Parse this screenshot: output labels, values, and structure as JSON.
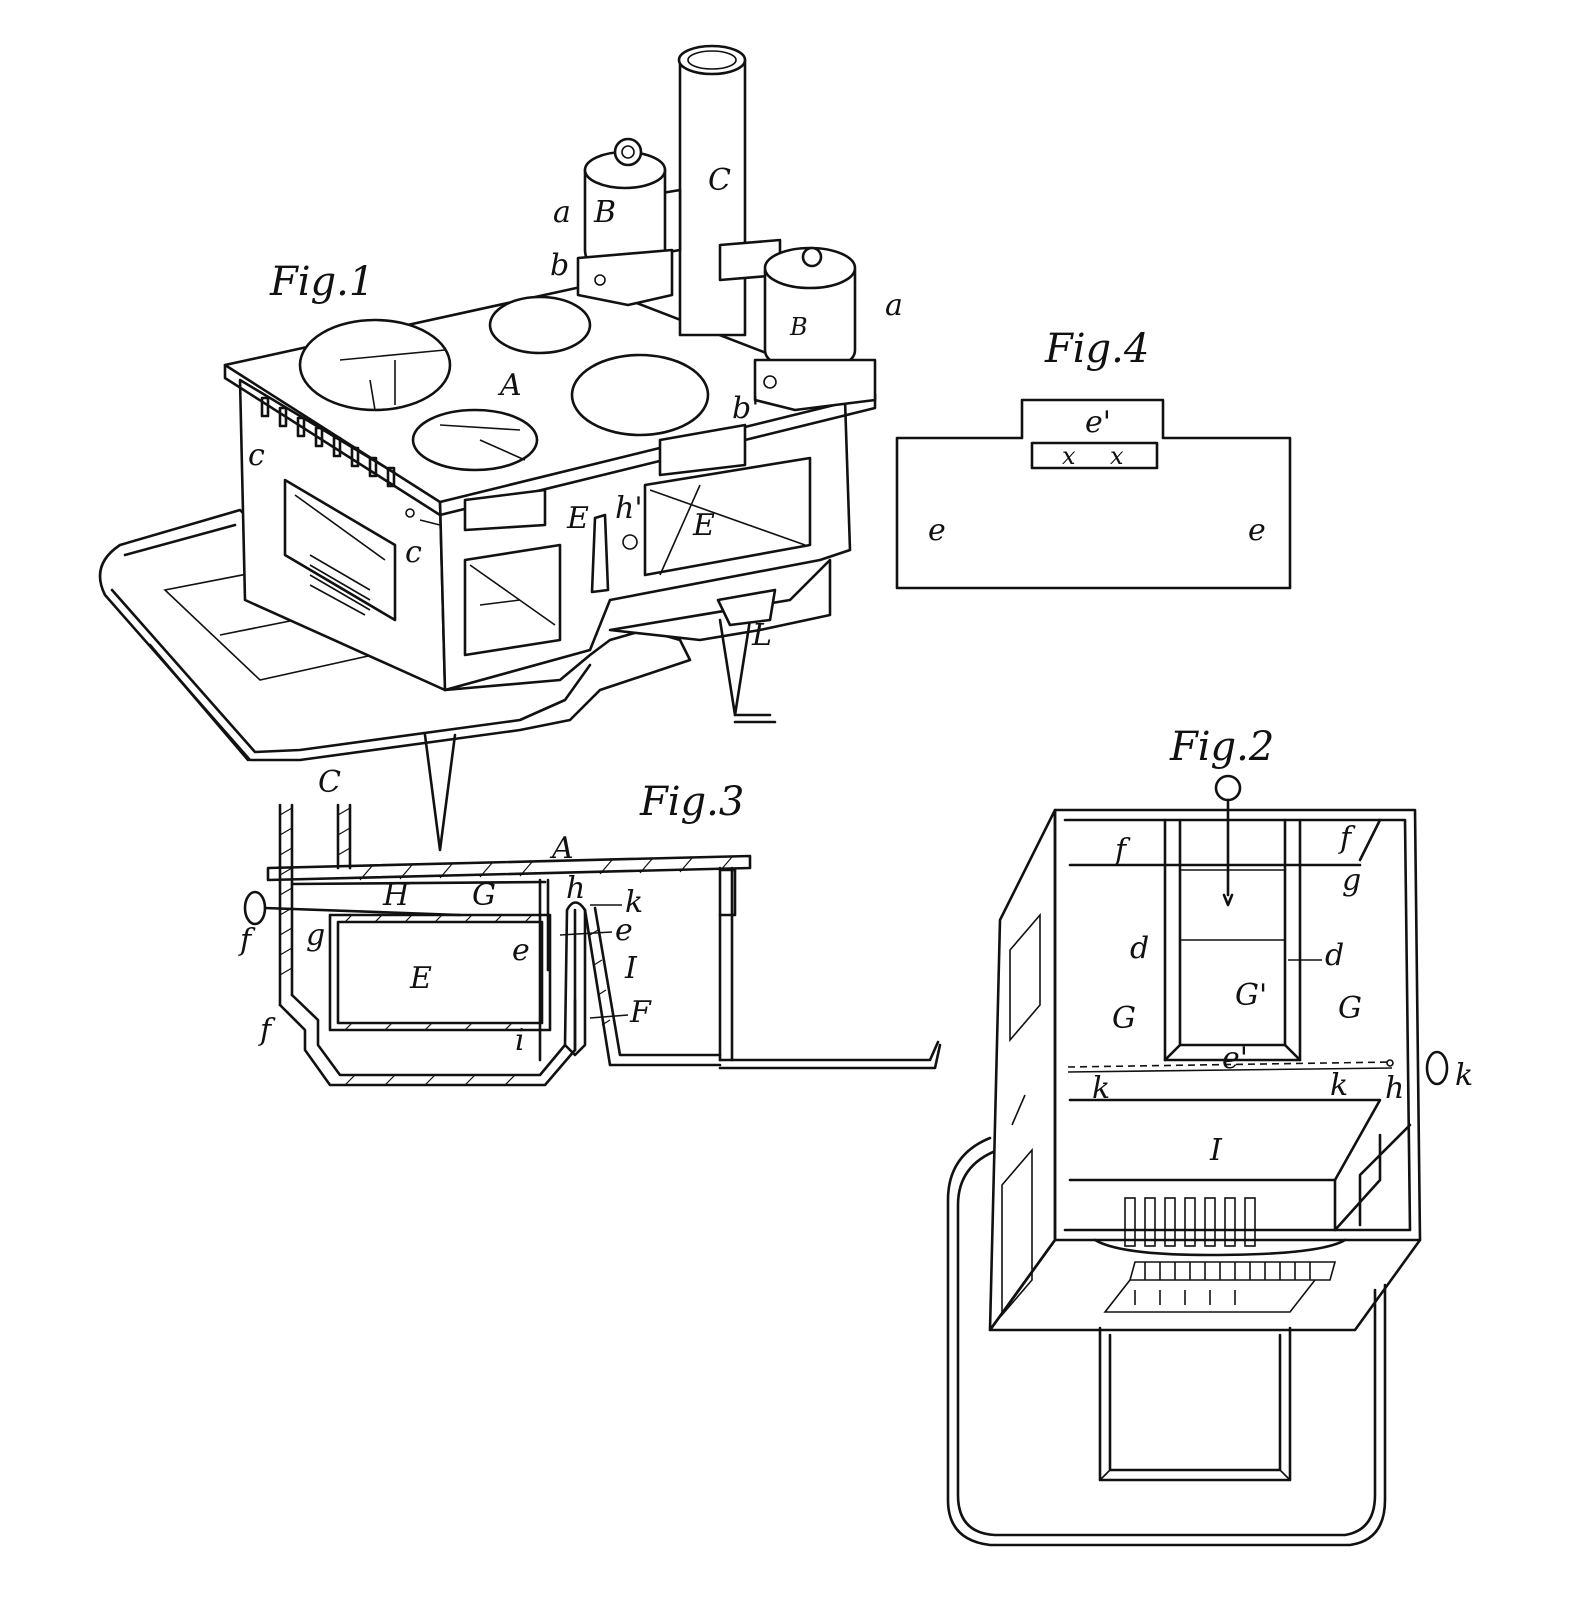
{
  "figures": {
    "fig1": {
      "title": "Fig.1",
      "labels": {
        "a_left": "a",
        "a_right": "a",
        "B_left": "B",
        "B_right": "B",
        "b": "b",
        "b_prime": "b'",
        "C": "C",
        "A": "A",
        "c_left": "c",
        "c_right": "c",
        "E_left": "E",
        "E_right": "E",
        "h_prime": "h'",
        "L": "L"
      }
    },
    "fig2": {
      "title": "Fig.2",
      "labels": {
        "f_left": "f",
        "f_right": "f",
        "g": "g",
        "d_left": "d",
        "d_right": "d",
        "G_left": "G",
        "G_prime": "G'",
        "G_right": "G",
        "e_prime": "e'",
        "k_left": "k",
        "k_right": "k",
        "h": "h",
        "k_ring": "k",
        "I": "I"
      }
    },
    "fig3": {
      "title": "Fig.3",
      "labels": {
        "C": "C",
        "A": "A",
        "H": "H",
        "G": "G",
        "h": "h",
        "k": "k",
        "f_top": "f",
        "g": "g",
        "e_left": "e",
        "e_right": "e",
        "E": "E",
        "I": "I",
        "F": "F",
        "f_bottom": "f",
        "i": "i"
      }
    },
    "fig4": {
      "title": "Fig.4",
      "labels": {
        "e_prime": "e'",
        "x_left": "x",
        "x_right": "x",
        "e_left": "e",
        "e_right": "e"
      }
    }
  }
}
